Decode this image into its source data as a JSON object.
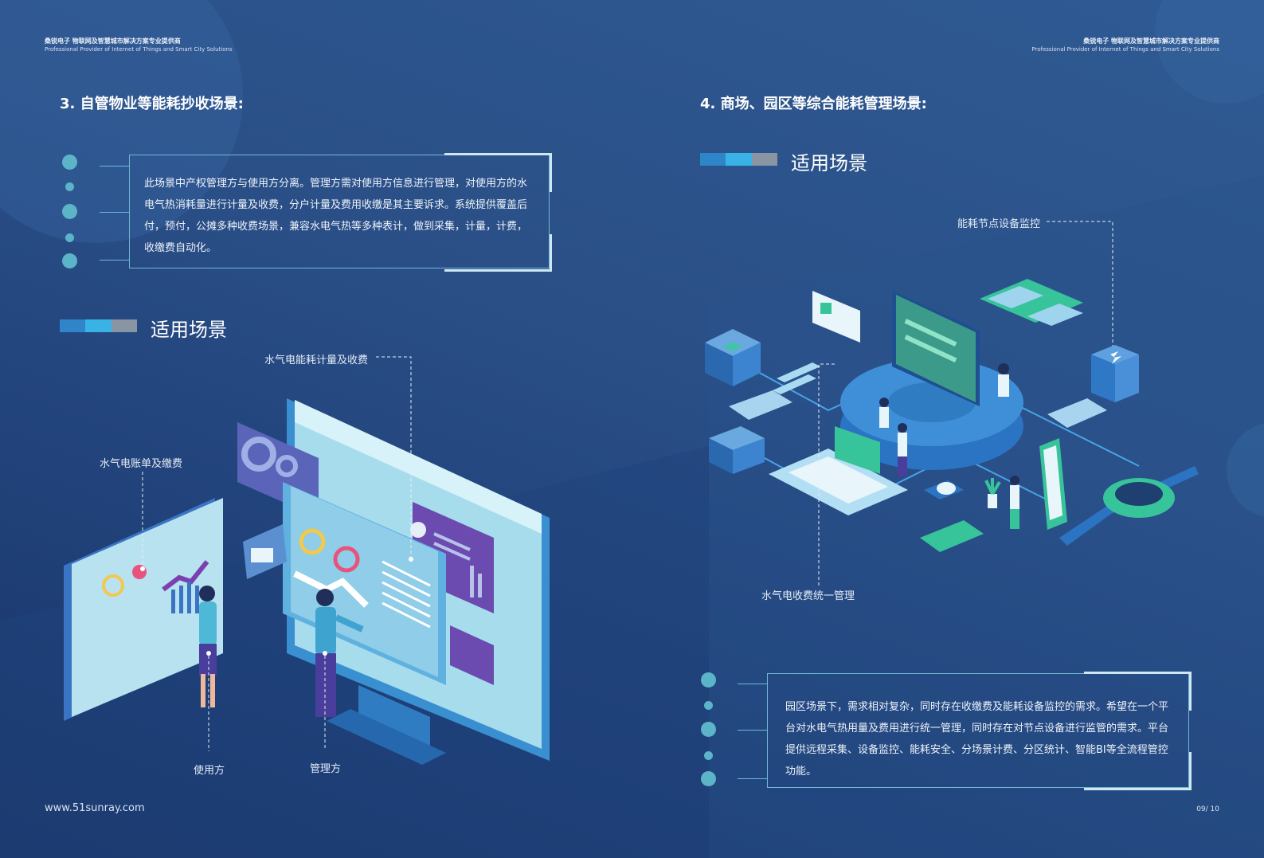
{
  "header": {
    "left_cn": "桑锐电子 物联网及智慧城市解决方案专业提供商",
    "left_en": "Professional Provider of Internet of Things and Smart City Solutions",
    "right_cn": "桑锐电子 物联网及智慧城市解决方案专业提供商",
    "right_en": "Professional Provider of Internet of Things and Smart City Solutions"
  },
  "left": {
    "section_title": "3. 自管物业等能耗抄收场景:",
    "description": "此场景中产权管理方与使用方分离。管理方需对使用方信息进行管理，对使用方的水电气热消耗量进行计量及收费，分户计量及费用收缴是其主要诉求。系统提供覆盖后付，预付，公摊多种收费场景，兼容水电气热等多种表计，做到采集，计量，计费，收缴费自动化。",
    "scene_title": "适用场景",
    "callouts": {
      "metering": "水气电能耗计量及收费",
      "billing": "水气电账单及缴费",
      "user": "使用方",
      "manager": "管理方"
    }
  },
  "right": {
    "section_title": "4. 商场、园区等综合能耗管理场景:",
    "scene_title": "适用场景",
    "callouts": {
      "monitoring": "能耗节点设备监控",
      "unified": "水气电收费统一管理"
    },
    "description": "园区场景下，需求相对复杂，同时存在收缴费及能耗设备监控的需求。希望在一个平台对水电气热用量及费用进行统一管理，同时存在对节点设备进行监管的需求。平台提供远程采集、设备监控、能耗安全、分场景计费、分区统计、智能BI等全流程管控功能。"
  },
  "footer": {
    "url": "www.51sunray.com",
    "page": "09/ 10"
  },
  "colors": {
    "accent_blue": "#2e86c8",
    "accent_cyan": "#39b3e6",
    "accent_grey": "#8a95a3",
    "frame_line": "#6fb9d6",
    "bullet": "#5cb4c8"
  }
}
